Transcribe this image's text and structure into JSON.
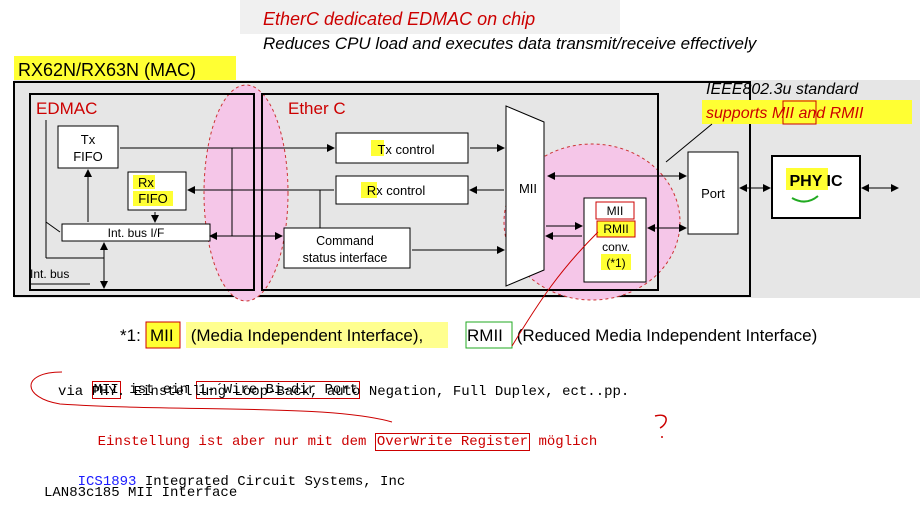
{
  "header": {
    "line1": "EtherC dedicated EDMAC on chip",
    "line2": "Reduces CPU load and executes data transmit/receive effectively"
  },
  "diagram": {
    "mac_label": "RX62N/RX63N (MAC)",
    "edmac_label": "EDMAC",
    "etherc_label": "Ether C",
    "tx_fifo": [
      "Tx",
      "FIFO"
    ],
    "rx_fifo": [
      "Rx",
      "FIFO"
    ],
    "int_bus_if": "Int. bus I/F",
    "int_bus": "Int. bus",
    "tx_control": "Tx control",
    "rx_control": "Rx control",
    "command": [
      "Command",
      "status interface"
    ],
    "mii": "MII",
    "conv": [
      "MII",
      "RMII",
      "conv.",
      "(*1)"
    ],
    "port": "Port",
    "phy": "PHY IC",
    "ieee": [
      "IEEE802.3u standard",
      "supports MII and RMII"
    ]
  },
  "footnote": {
    "prefix": "*1: ",
    "mii": "MII",
    "mii_desc": " (Media Independent Interface), ",
    "rmii": "RMII",
    "rmii_desc": " (Reduced Media Independent Interface)"
  },
  "notes": {
    "l1_a": "MII",
    "l1_b": " ist ein ",
    "l1_c": "1-´Wire Bi-dir Port",
    "l2": "via PHY. Einstellung Loop-Back, auto Negation, Full Duplex, ect..pp.",
    "l3_a": "Einstellung ist aber nur mit dem ",
    "l3_b": "OverWrite Register",
    "l3_c": " möglich",
    "l4_a": "ICS1893",
    "l4_b": " Integrated Circuit Systems, Inc",
    "l5": "LAN83c185 MII Interface"
  },
  "colors": {
    "accent_red": "#cc0000",
    "highlight_yellow": "#ffff33",
    "ellipse_fill": "#f5c6e8",
    "link_blue": "#1a1aff",
    "green_box": "#22aa22"
  }
}
